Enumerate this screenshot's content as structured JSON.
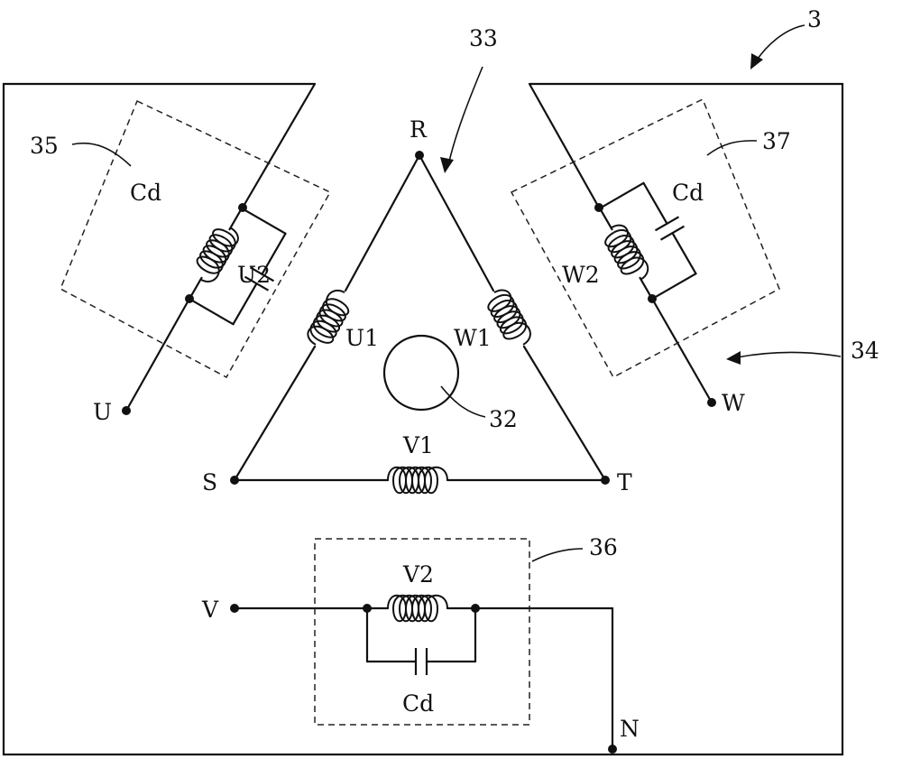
{
  "figure": {
    "ref_3": "3",
    "ref_33": "33",
    "ref_34": "34",
    "ref_35": "35",
    "ref_36": "36",
    "ref_37": "37",
    "ref_32": "32"
  },
  "nodes": {
    "R": "R",
    "S": "S",
    "T": "T",
    "U": "U",
    "V": "V",
    "W": "W",
    "N": "N"
  },
  "windings": {
    "U1": "U1",
    "V1": "V1",
    "W1": "W1",
    "U2": "U2",
    "V2": "V2",
    "W2": "W2"
  },
  "capacitors": {
    "cd_left": "Cd",
    "cd_right": "Cd",
    "cd_bottom": "Cd"
  },
  "colors": {
    "ink": "#111111",
    "background": "#ffffff"
  }
}
